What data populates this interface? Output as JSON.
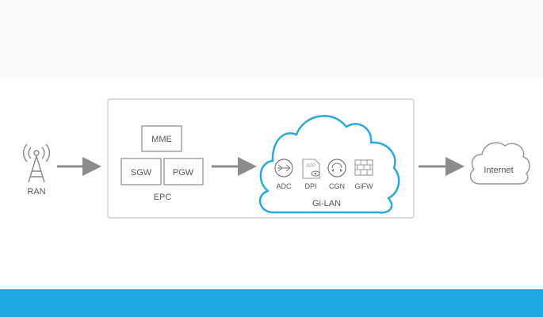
{
  "diagram": {
    "ran": {
      "label": "RAN"
    },
    "epc": {
      "label": "EPC",
      "mme_label": "MME",
      "sgw_label": "SGW",
      "pgw_label": "PGW"
    },
    "gi_lan": {
      "label": "Gi-LAN",
      "functions": [
        {
          "label": "ADC",
          "icon": "adc-icon"
        },
        {
          "label": "DPI",
          "icon": "dpi-app-icon",
          "icon_text": "APP"
        },
        {
          "label": "CGN",
          "icon": "cgn-icon"
        },
        {
          "label": "GiFW",
          "icon": "firewall-icon"
        }
      ]
    },
    "internet": {
      "label": "Internet"
    }
  },
  "colors": {
    "accent": "#29a9e1",
    "box_border": "#8a8a8a",
    "arrow": "#8c8c8c",
    "frame_border": "#c8c8c8",
    "bottom_bar": "#1ea7e1"
  }
}
